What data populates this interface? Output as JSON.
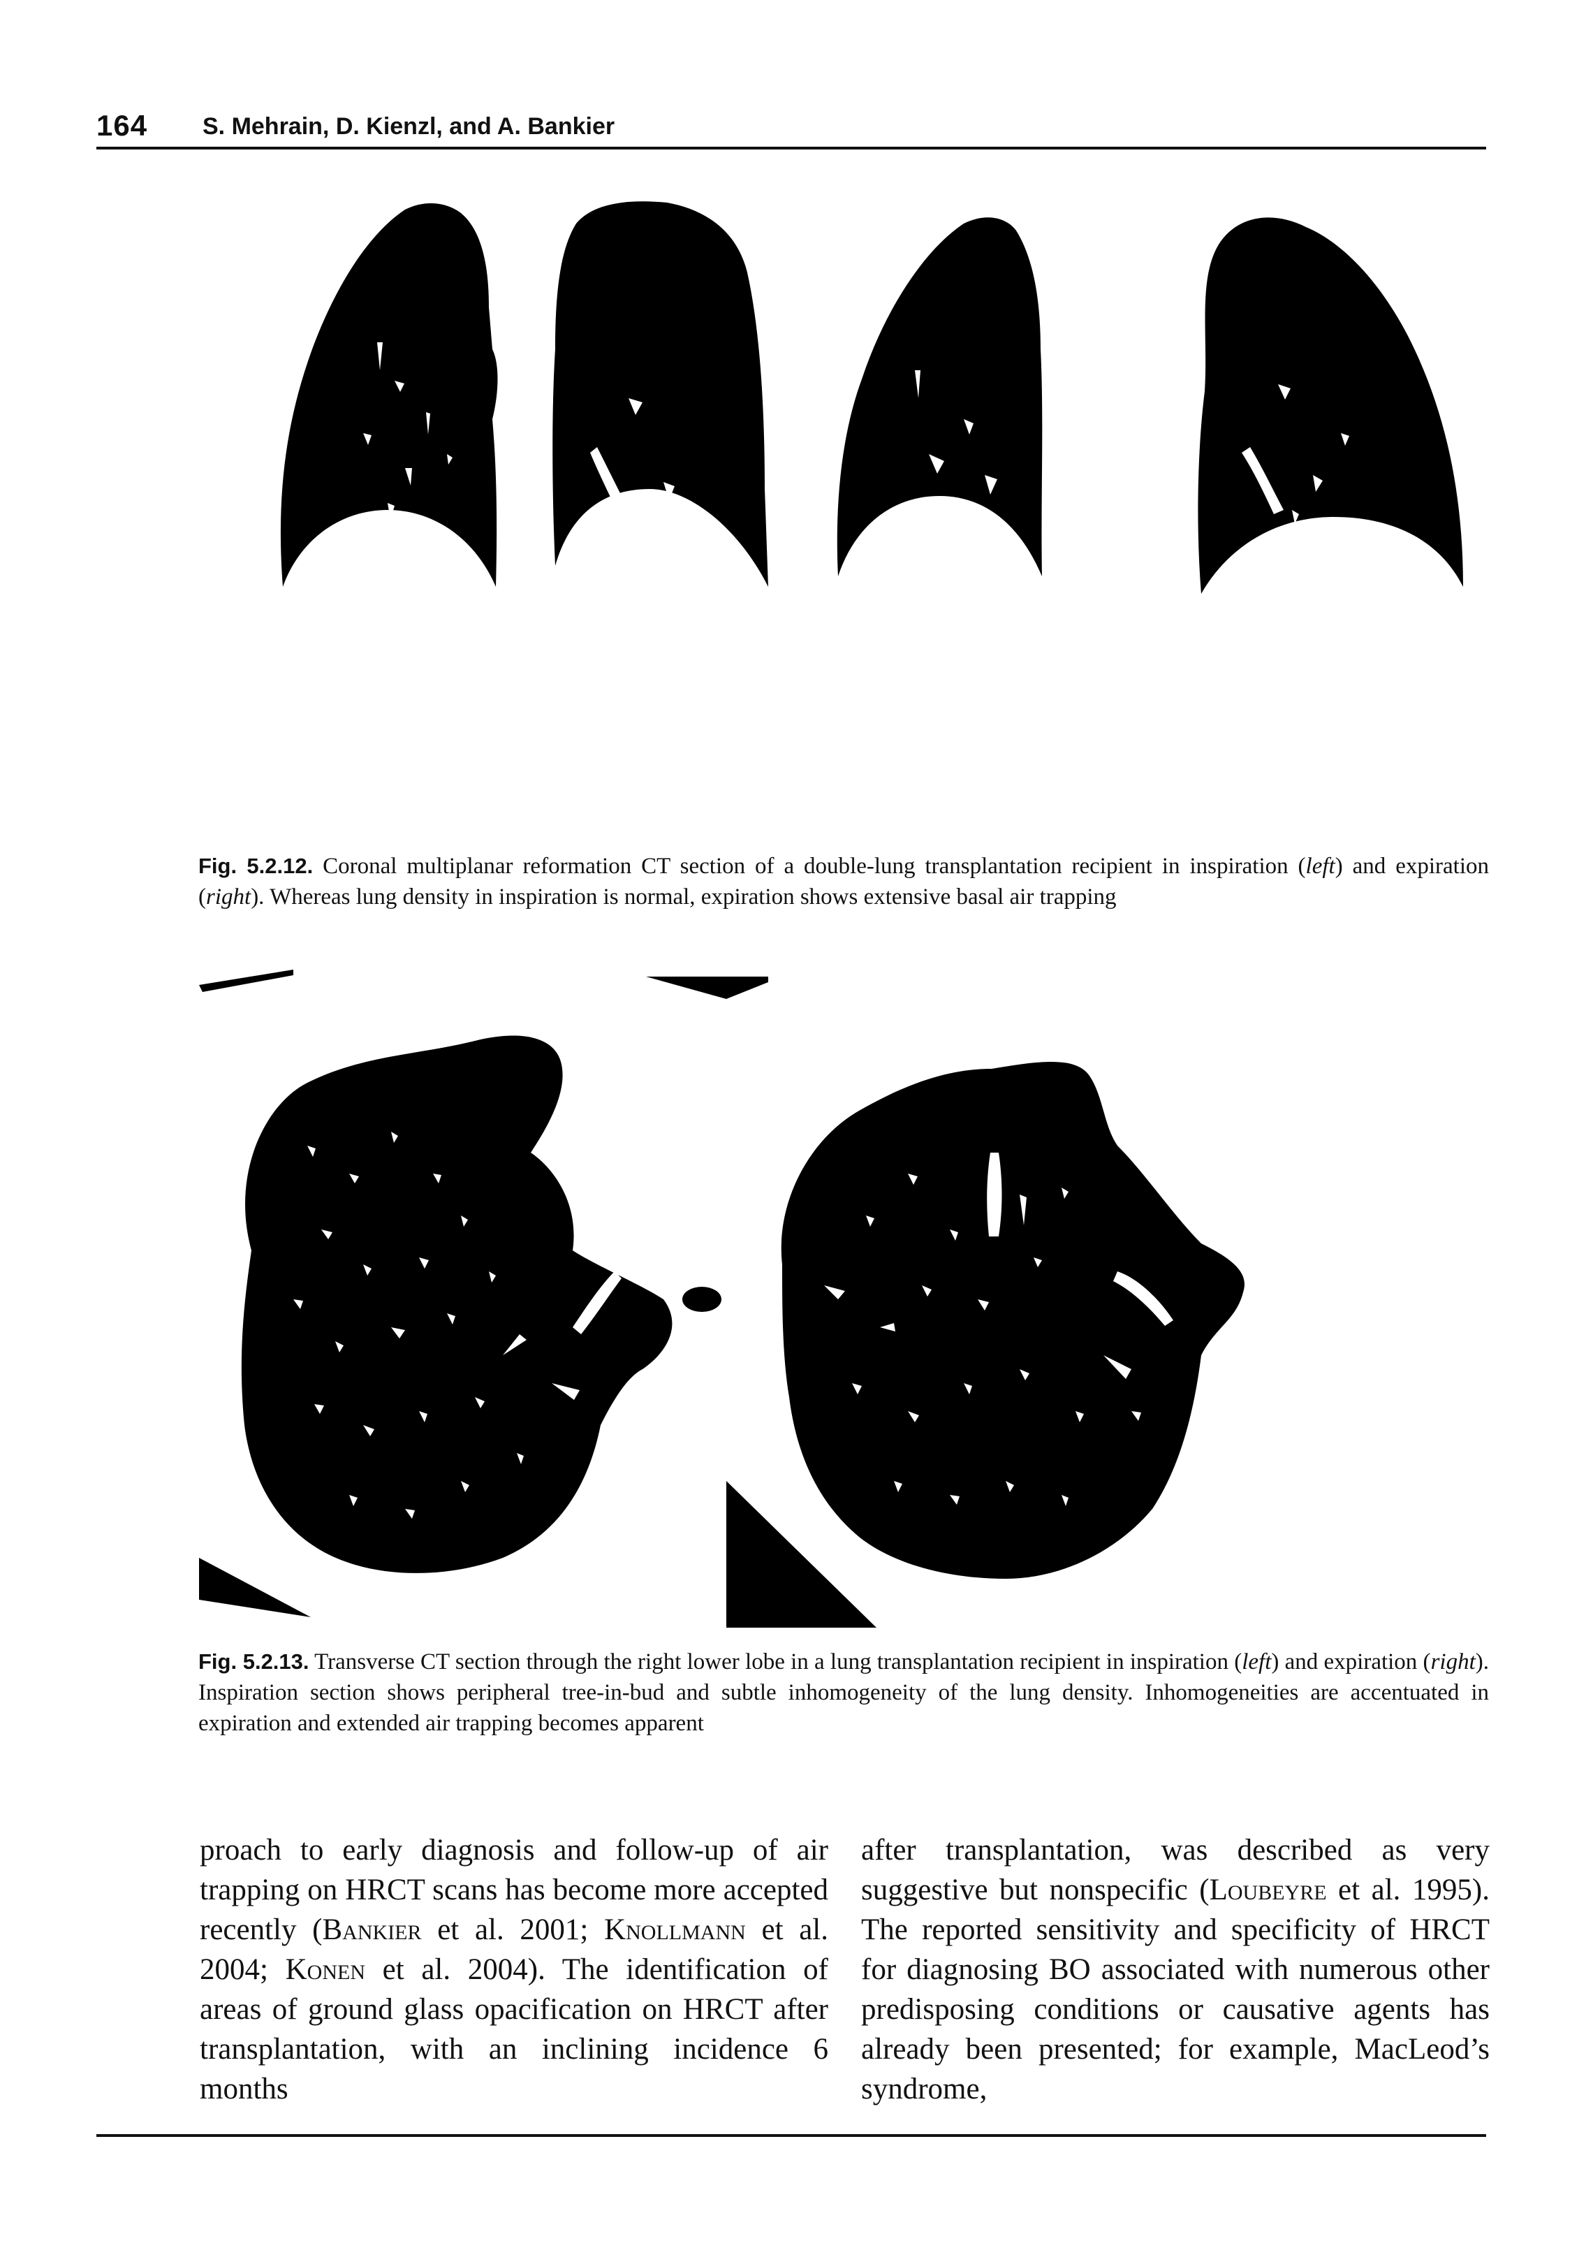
{
  "header": {
    "page_number": "164",
    "authors": "S. Mehrain, D. Kienzl, and A. Bankier"
  },
  "figure_1": {
    "label": "Fig. 5.2.12.",
    "caption_a": " Coronal multiplanar reformation CT section of a double-lung transplantation recipient in inspiration (",
    "left": "left",
    "caption_b": ") and expiration (",
    "right": "right",
    "caption_c": "). Whereas lung density in inspiration is normal, expiration shows extensive basal air trapping"
  },
  "figure_2": {
    "label": "Fig. 5.2.13.",
    "caption_a": " Transverse CT section through the right lower lobe in a lung transplantation recipient in inspiration (",
    "left": "left",
    "caption_b": ") and expiration (",
    "right": "right",
    "caption_c": "). Inspiration section shows peripheral tree-in-bud and subtle inhomogeneity of the lung density. Inhomogeneities are accentuated in expiration and extended air trapping becomes apparent"
  },
  "body": {
    "left_a": "proach to early diagnosis and follow-up of air trapping on HRCT scans has become more accepted recently (",
    "left_sc1": "Bankier",
    "left_b": " et al. 2001; ",
    "left_sc2": "Knollmann",
    "left_c": " et al. 2004; ",
    "left_sc3": "Konen",
    "left_d": " et al. 2004). The identification of areas of ground glass opacification on HRCT after transplantation, with an inclining incidence 6 months",
    "right_a": "after transplantation, was described as very suggestive but nonspecific (",
    "right_sc1": "Loubeyre",
    "right_b": " et al. 1995). The reported sensitivity and specificity of HRCT for diagnosing BO associated with numerous other predisposing conditions or causative agents has already been presented; for example, MacLeod’s syndrome,"
  }
}
